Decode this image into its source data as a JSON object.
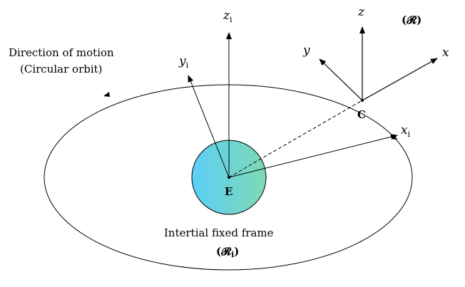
{
  "inertial_axes": {
    "z": {
      "symbol": "z",
      "subscript": "i"
    },
    "y": {
      "symbol": "y",
      "subscript": "i"
    },
    "x": {
      "symbol": "x",
      "subscript": "i"
    }
  },
  "body_axes": {
    "z": "z",
    "y": "y",
    "x": "x"
  },
  "frame_body_label": "(𝓡)",
  "point_c_label": "C",
  "earth_label": "E",
  "direction_line1": "Direction of motion",
  "direction_line2": "(Circular orbit)",
  "inertial_frame_line1": "Intertial fixed frame",
  "inertial_frame_symbol": "(𝓡",
  "inertial_frame_subscript": "i",
  "inertial_frame_close": ")",
  "colors": {
    "earth_gradient_left": "#5ccff7",
    "earth_gradient_right": "#7ed9b3",
    "lines": "#000000"
  }
}
